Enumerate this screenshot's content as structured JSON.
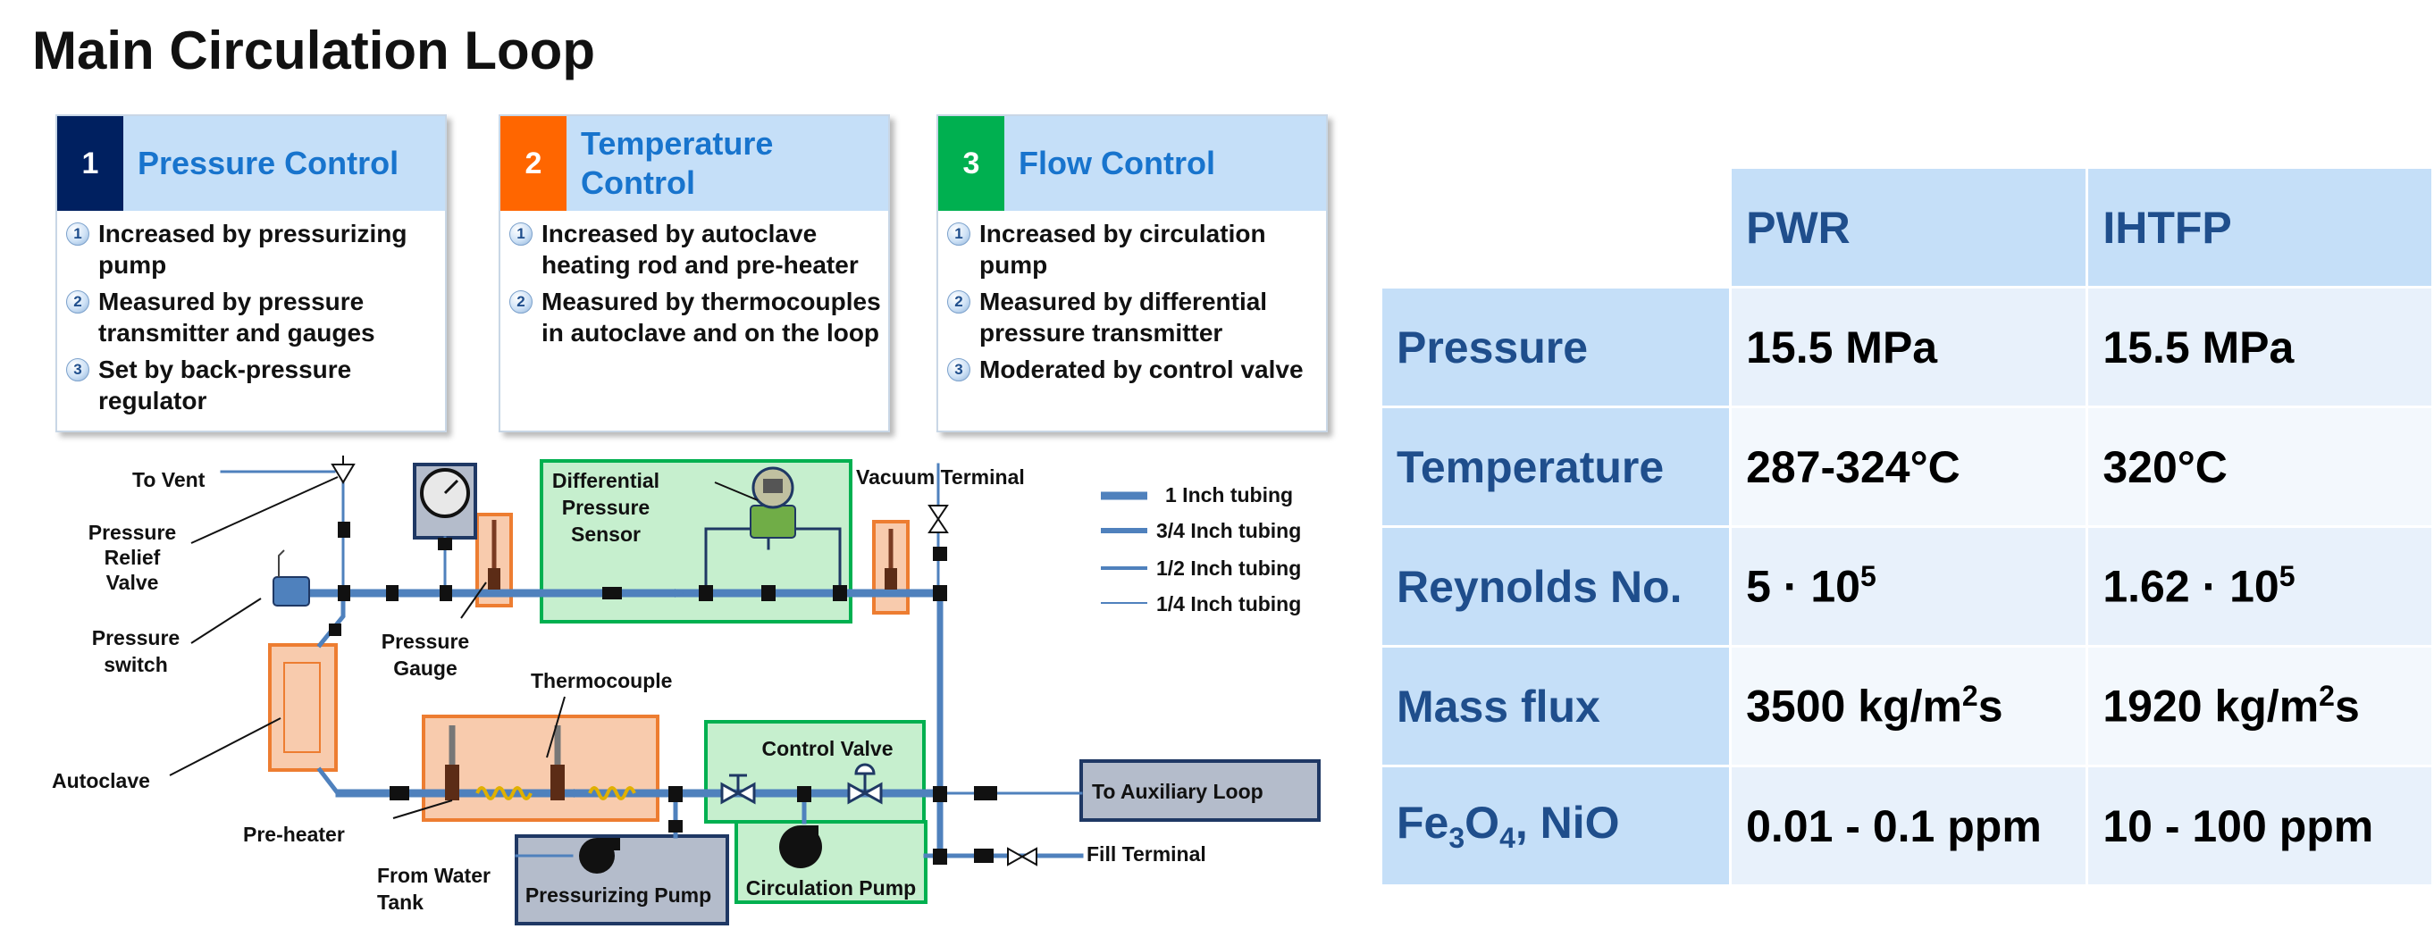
{
  "title": "Main Circulation Loop",
  "cards": [
    {
      "num": "1",
      "title": "Pressure Control",
      "color": "#002060",
      "items": [
        "Increased by pressurizing pump",
        "Measured by pressure transmitter and gauges",
        "Set by back-pressure regulator"
      ]
    },
    {
      "num": "2",
      "title": "Temperature Control",
      "color": "#ff6600",
      "items": [
        "Increased by autoclave heating rod and pre-heater",
        "Measured by thermocouples in autoclave and on the loop"
      ]
    },
    {
      "num": "3",
      "title": "Flow Control",
      "color": "#00b050",
      "items": [
        "Increased by circulation pump",
        "Measured by differential pressure transmitter",
        "Moderated by control valve"
      ]
    }
  ],
  "item_numbers": [
    "1",
    "2",
    "3"
  ],
  "diagram": {
    "labels": {
      "to_vent": "To Vent",
      "relief_valve": [
        "Pressure",
        "Relief",
        "Valve"
      ],
      "pressure_switch": [
        "Pressure",
        "switch"
      ],
      "autoclave": "Autoclave",
      "pressure_gauge": [
        "Pressure",
        "Gauge"
      ],
      "dp_sensor": [
        "Differential",
        "Pressure",
        "Sensor"
      ],
      "vacuum_terminal": "Vacuum Terminal",
      "thermocouple": "Thermocouple",
      "control_valve": "Control Valve",
      "pre_heater": "Pre-heater",
      "from_water_tank": [
        "From Water",
        "Tank"
      ],
      "pressurizing_pump": "Pressurizing Pump",
      "circulation_pump": "Circulation Pump",
      "to_auxiliary_loop": "To Auxiliary Loop",
      "fill_terminal": "Fill Terminal"
    },
    "legend": [
      "1 Inch tubing",
      "3/4 Inch tubing",
      "1/2 Inch tubing",
      "1/4 Inch tubing"
    ],
    "colors": {
      "pipe": "#4f81bd",
      "orange_fill": "#f8cbad",
      "orange_stroke": "#ed7d31",
      "green_fill": "#c6efce",
      "green_stroke": "#00b050",
      "gray_fill": "#b4bccb",
      "navy": "#1f3864"
    }
  },
  "table": {
    "columns": [
      "PWR",
      "IHTFP"
    ],
    "rows": [
      {
        "label": "Pressure",
        "pwr": "15.5 MPa",
        "ihtfp": "15.5 MPa"
      },
      {
        "label": "Temperature",
        "pwr": "287-324°C",
        "ihtfp": "320°C"
      },
      {
        "label": "Reynolds No.",
        "pwr_base": "5 · 10",
        "pwr_exp": "5",
        "ihtfp_base": "1.62 · 10",
        "ihtfp_exp": "5"
      },
      {
        "label": "Mass flux",
        "pwr_pre": "3500 kg/m",
        "pwr_sup": "2",
        "pwr_post": "s",
        "ihtfp_pre": "1920 kg/m",
        "ihtfp_sup": "2",
        "ihtfp_post": "s"
      },
      {
        "label_pre": "Fe",
        "label_sub1": "3",
        "label_mid": "O",
        "label_sub2": "4",
        "label_post": ", NiO",
        "pwr": "0.01 - 0.1 ppm",
        "ihtfp": "10 - 100 ppm"
      }
    ]
  }
}
